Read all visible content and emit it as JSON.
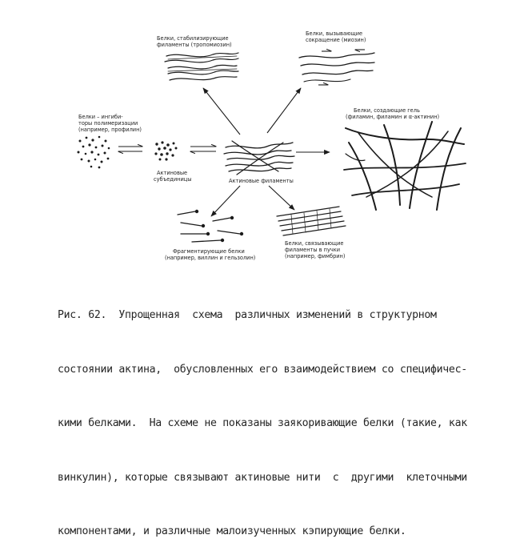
{
  "labels": {
    "stabilizing": [
      "Белки, стабилизирующие",
      "филаменты (тропомиозин)"
    ],
    "contraction": [
      "Белки, вызывающие",
      "сокращение (миозин)"
    ],
    "inhibitors": [
      "Белки – ингиби-",
      "торы полимеризации",
      "(например, профилин)"
    ],
    "subunits": [
      "Актиновые",
      "субъединицы"
    ],
    "filaments": "Актиновые филаменты",
    "gel": [
      "Белки, создающие гель",
      "(филамин, филамин и α-актинин)"
    ],
    "fragmenting": [
      "Фрагментирующие белки",
      "(например, виллин и гельзолин)"
    ],
    "bundling": [
      "Белки, связывающие",
      "филаменты в пучки",
      "(например, фимбрин)"
    ]
  },
  "caption": [
    "Рис. 62.  Упрощенная  схема  различных изменений в структурном",
    "состоянии актина,  обусловленных его взаимодействием со специфичес-",
    "кими белками.  На схеме не показаны заякоривающие белки (такие, как",
    "винкулин), которые связывают актиновые нити  с  другими  клеточными",
    "компонентами, и различные малоизученных кэпирующие белки."
  ]
}
